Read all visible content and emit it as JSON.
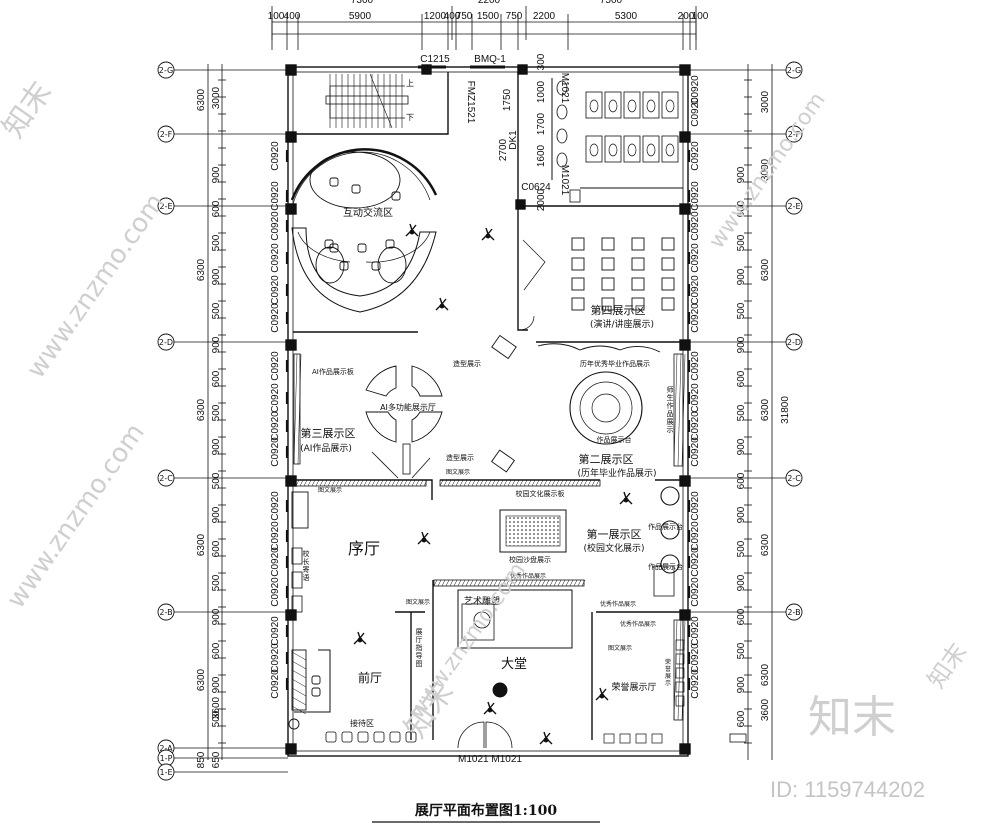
{
  "drawing": {
    "title": "展厅平面布置图1:100",
    "top_dims_upper": [
      "7300",
      "2200",
      "7500"
    ],
    "top_dims_lower": [
      "100",
      "400",
      "5900",
      "1200",
      "400",
      "750",
      "1500",
      "750",
      "2200",
      "5300",
      "200",
      "100"
    ],
    "left_axes": [
      "2-G",
      "2-F",
      "2-E",
      "2-D",
      "2-C",
      "2-B",
      "2-A",
      "1-P",
      "1-E"
    ],
    "right_axes": [
      "2-G",
      "2-F",
      "2-E",
      "2-D",
      "2-C",
      "2-B"
    ],
    "left_major_dims": [
      "6300",
      "6300",
      "6300",
      "6300",
      "6300"
    ],
    "right_major_dims": [
      "3000",
      "3000",
      "6300",
      "6300",
      "6300",
      "6300",
      "3600"
    ],
    "total_height_dim": "31800",
    "small_dims": [
      "850",
      "650",
      "1750",
      "2700",
      "1000",
      "1700",
      "1600",
      "300",
      "2000",
      "900",
      "500",
      "600",
      "1500",
      "3600"
    ],
    "window_code": "C0920",
    "door_codes": [
      "C1215",
      "BMQ-1",
      "FMZ1521",
      "M1021",
      "DK1",
      "C0624"
    ],
    "bottom_doors": "M1021 M1021",
    "zones": {
      "interactive": "互动交流区",
      "zone4": "第四展示区",
      "zone4_sub": "(演讲/讲座展示)",
      "ai_hall": "AI多功能展示厅",
      "zone3": "第三展示区",
      "zone3_sub": "(AI作品展示)",
      "ai_board": "AI作品展示板",
      "zone2": "第二展示区",
      "zone2_sub": "(历年毕业作品展示)",
      "grad_works": "历年优秀毕业作品展示",
      "works_table": "作品展示台",
      "teacher_works": "师生作品展示",
      "model_display": "造型展示",
      "preface_hall": "序厅",
      "zone1": "第一展示区",
      "zone1_sub": "(校园文化展示)",
      "culture_board": "校园文化展示板",
      "sand_table": "校园沙盘展示",
      "principal": "校长寄语",
      "art_sculpture": "艺术雕塑",
      "hall_guide": "展厅指导图",
      "lobby": "大堂",
      "front_hall": "前厅",
      "reception": "接待区",
      "honor_hall": "荣誉展示厅",
      "text_display": "图文展示",
      "excellent_display": "优秀作品展示",
      "honor_display": "荣誉展示"
    },
    "stair_labels": [
      "上",
      "下"
    ]
  },
  "watermark": {
    "brand": "知末",
    "site": "www.znzmo.com",
    "id_text": "ID: 1159744202"
  }
}
